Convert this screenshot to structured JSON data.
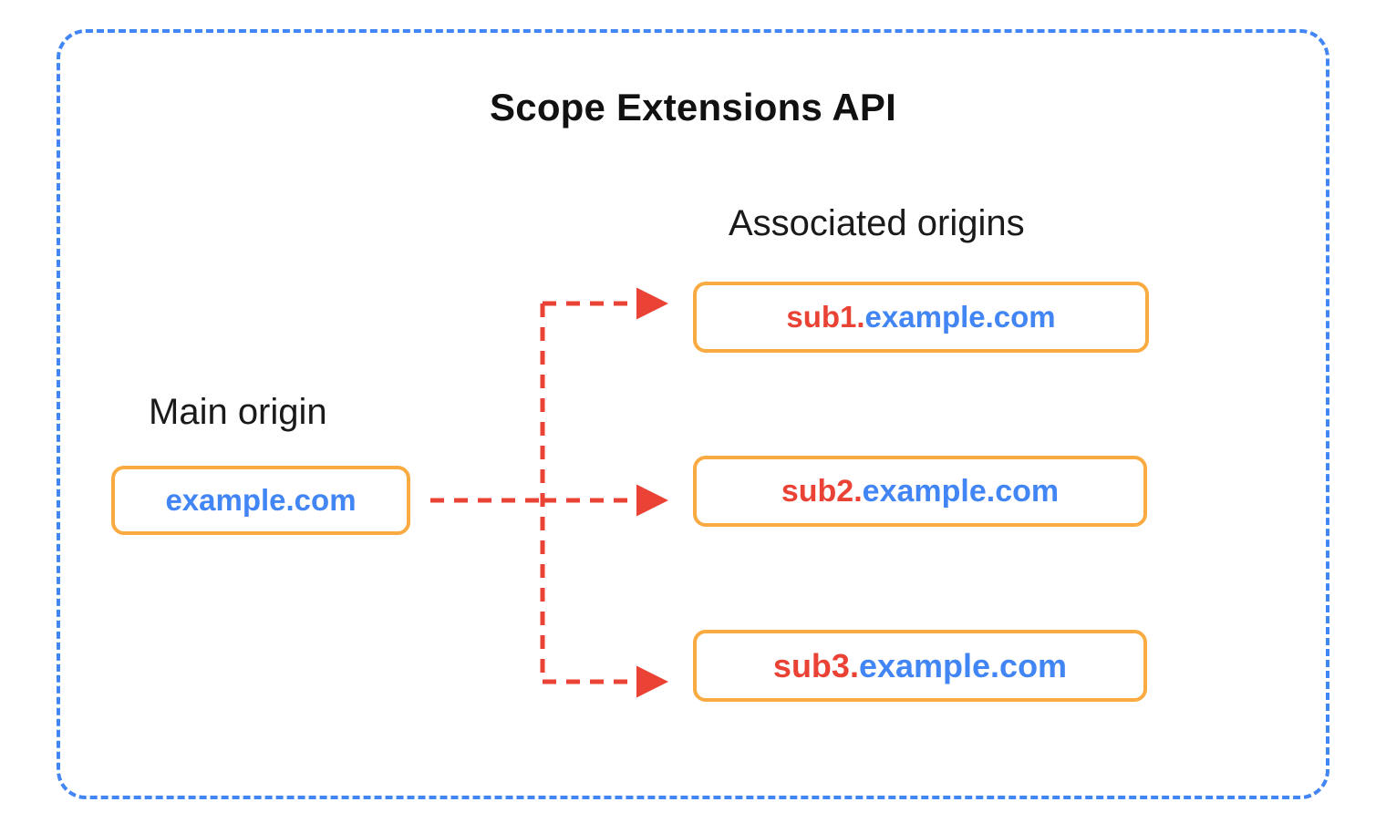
{
  "diagram": {
    "title": "Scope Extensions API",
    "frame_style": "dashed-rounded-rectangle",
    "colors": {
      "frame_border": "#4285F4",
      "box_border": "#F9AB41",
      "connector": "#EA4335",
      "subdomain_text": "#EA4335",
      "apex_text": "#4285F4",
      "title_text": "#111111",
      "caption_text": "#1a1a1a",
      "background": "#ffffff"
    },
    "captions": {
      "main_origin": "Main origin",
      "associated_origins": "Associated origins"
    },
    "main_origin": {
      "subdomain": "",
      "apex": "example.com",
      "full": "example.com"
    },
    "associated_origins": [
      {
        "subdomain": "sub1.",
        "apex": "example.com",
        "full": "sub1.example.com"
      },
      {
        "subdomain": "sub2.",
        "apex": "example.com",
        "full": "sub2.example.com"
      },
      {
        "subdomain": "sub3.",
        "apex": "example.com",
        "full": "sub3.example.com"
      }
    ],
    "connectors": {
      "style": "dashed-arrow",
      "count": 3,
      "description": "Dashed red arrows branch from the main origin to each associated origin"
    }
  }
}
